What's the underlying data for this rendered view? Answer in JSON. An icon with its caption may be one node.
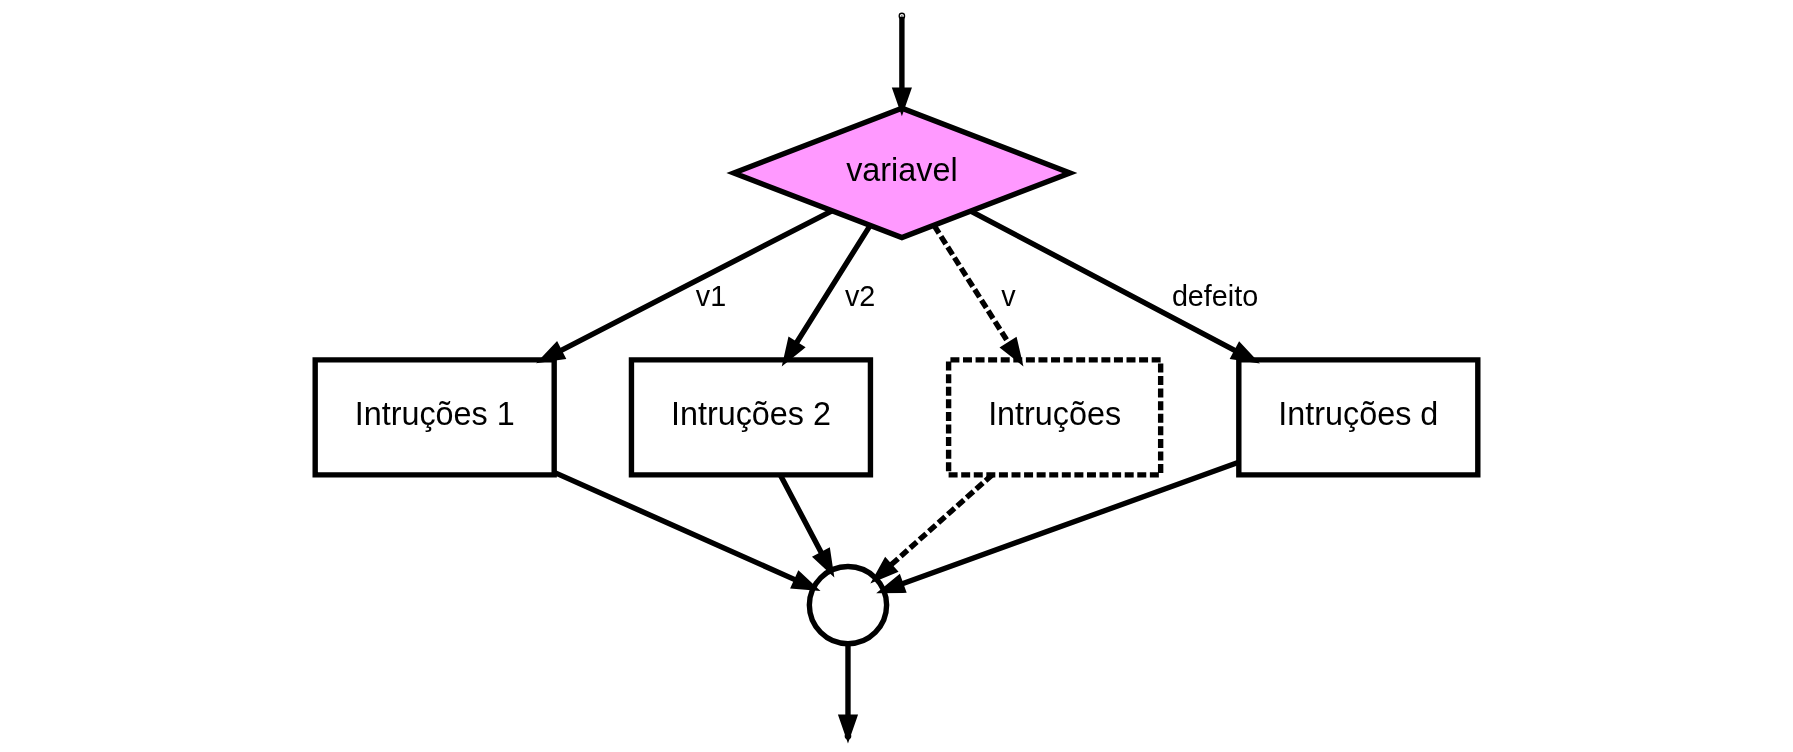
{
  "diagram": {
    "nodes": [
      {
        "text": [
          "variavel"
        ]
      },
      {
        "text": [
          "Intruções 1"
        ]
      },
      {
        "text": [
          "Intruções 2"
        ]
      },
      {
        "text": [
          "Intruções"
        ]
      },
      {
        "text": [
          "Intruções d"
        ]
      },
      {
        "text": [],
        "shape": "circle"
      }
    ],
    "edges": [
      {
        "from": null,
        "to": 0,
        "arrow": "to"
      },
      {
        "from": 0,
        "to": 1,
        "arrow": "to",
        "label": "v1"
      },
      {
        "from": 0,
        "to": 2,
        "arrow": "to",
        "label": "v2"
      },
      {
        "from": 0,
        "to": 3,
        "arrow": "to",
        "label": "v",
        "style": "dashed"
      },
      {
        "from": 0,
        "to": 4,
        "arrow": "to",
        "label": "defeito"
      },
      {
        "from": 1,
        "to": 5,
        "arrow": "to"
      },
      {
        "from": 2,
        "to": 5,
        "arrow": "to"
      },
      {
        "from": 3,
        "to": 5,
        "arrow": "to",
        "style": "dashed"
      },
      {
        "from": 4,
        "to": 5,
        "arrow": "to"
      },
      {
        "from": 5,
        "to": null,
        "arrow": "to"
      }
    ]
  }
}
